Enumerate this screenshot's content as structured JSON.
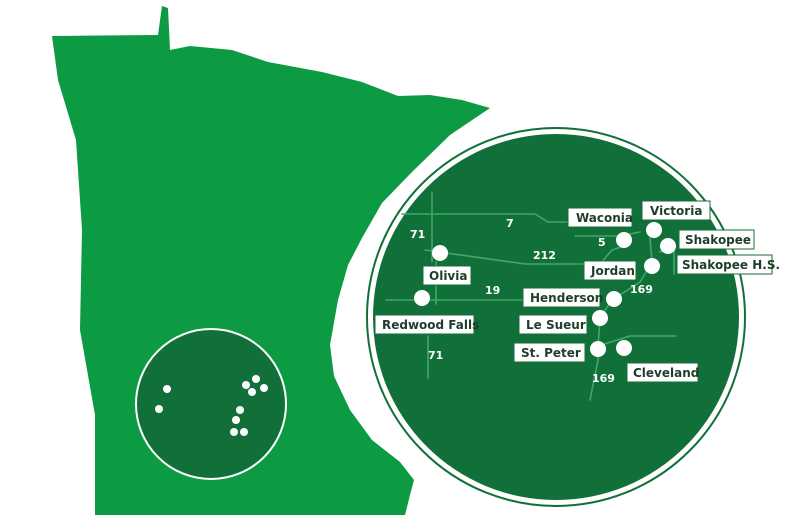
{
  "colors": {
    "state_fill": "#0c9a43",
    "inset_fill": "#11703a",
    "road": "#3ea964",
    "marker": "#ffffff",
    "label_text": "#1e3e2a",
    "label_border": "#1b6b3a"
  },
  "cities": [
    {
      "id": "waconia",
      "label": "Waconia"
    },
    {
      "id": "victoria",
      "label": "Victoria"
    },
    {
      "id": "shakopee",
      "label": "Shakopee"
    },
    {
      "id": "shakopee-hs",
      "label": "Shakopee H.S."
    },
    {
      "id": "jordan",
      "label": "Jordan"
    },
    {
      "id": "olivia",
      "label": "Olivia"
    },
    {
      "id": "henderson",
      "label": "Henderson"
    },
    {
      "id": "redwood-falls",
      "label": "Redwood Falls"
    },
    {
      "id": "le-sueur",
      "label": "Le Sueur"
    },
    {
      "id": "st-peter",
      "label": "St. Peter"
    },
    {
      "id": "cleveland",
      "label": "Cleveland"
    }
  ],
  "routes": [
    {
      "id": "hwy-7",
      "label": "7"
    },
    {
      "id": "hwy-71-north",
      "label": "71"
    },
    {
      "id": "hwy-212",
      "label": "212"
    },
    {
      "id": "hwy-5",
      "label": "5"
    },
    {
      "id": "hwy-19",
      "label": "19"
    },
    {
      "id": "hwy-169-north",
      "label": "169"
    },
    {
      "id": "hwy-71-south",
      "label": "71"
    },
    {
      "id": "hwy-169-south",
      "label": "169"
    }
  ]
}
